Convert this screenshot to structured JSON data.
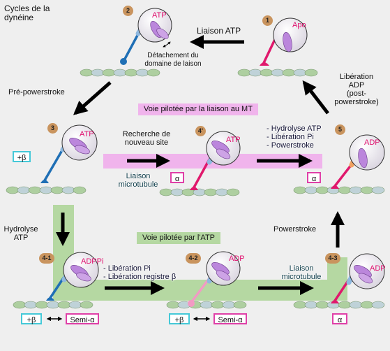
{
  "title": "Cycles de la dynéine",
  "colors": {
    "mt_band": "#f0b4ec",
    "atp_band": "#b5d8a2",
    "head": "#d9d4df",
    "atp_lobe": "#bb86dc",
    "stalk_blue": "#1f6fb5",
    "stalk_pink": "#e0186c",
    "stalk_light_pink": "#f29ac4",
    "label_red": "#e0106e",
    "step_badge": "#c9945e",
    "beta_border": "#45c9d8",
    "alpha_border": "#e040a8"
  },
  "labels": {
    "liaison_atp": "Liaison ATP",
    "detachement": "Détachement du\ndomaine de laison",
    "pre_powerstroke": "Pré-powerstroke",
    "liberation_adp": "Libération\nADP\n(post-\npowerstroke)",
    "voie_mt": "Voie pilotée par la liaison au MT",
    "recherche": "Recherche de\nnouveau site",
    "hydrolyse_list": "- Hydrolyse ATP\n- Libération Pi\n- Powerstroke",
    "liaison_mt_1": "Liaison\nmicrotubule",
    "hydrolyse_atp": "Hydrolyse\nATP",
    "voie_atp": "Voie pilotée par l'ATP",
    "powerstroke": "Powerstroke",
    "liberation_pi_list": "- Libération Pi\n- Libération registre β",
    "liaison_mt_2": "Liaison\nmicrotubule"
  },
  "nodes": [
    {
      "step": "2",
      "state": "ATP"
    },
    {
      "step": "1",
      "state": "Apo"
    },
    {
      "step": "3",
      "state": "ATP"
    },
    {
      "step": "4'",
      "state": "ATP"
    },
    {
      "step": "5",
      "state": "ADP"
    },
    {
      "step": "4-1",
      "state": "ADPPi"
    },
    {
      "step": "4-2",
      "state": "ADP"
    },
    {
      "step": "4-3",
      "state": "ADP"
    }
  ],
  "registers": {
    "beta": "+β",
    "alpha": "α",
    "semi_alpha": "Semi-α"
  }
}
